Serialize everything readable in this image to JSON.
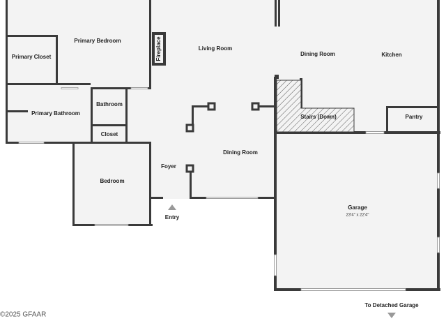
{
  "rooms": {
    "primary_bedroom": "Primary Bedroom",
    "primary_closet": "Primary Closet",
    "primary_bathroom": "Primary Bathroom",
    "bathroom": "Bathroom",
    "closet": "Closet",
    "bedroom": "Bedroom",
    "fireplace": "Fireplace",
    "living_room": "Living Room",
    "dining_room_upper": "Dining Room",
    "kitchen": "Kitchen",
    "stairs": "Stairs (Down)",
    "pantry": "Pantry",
    "foyer": "Foyer",
    "dining_room_lower": "Dining Room",
    "garage": "Garage",
    "garage_dimensions": "23'4\" x 22'4\""
  },
  "annotations": {
    "entry": "Entry",
    "detached_garage": "To Detached Garage",
    "copyright": "©2025 GFAAR"
  },
  "colors": {
    "wall": "#3a3a3a",
    "floor": "#f3f3f3",
    "arrow": "#999999"
  }
}
